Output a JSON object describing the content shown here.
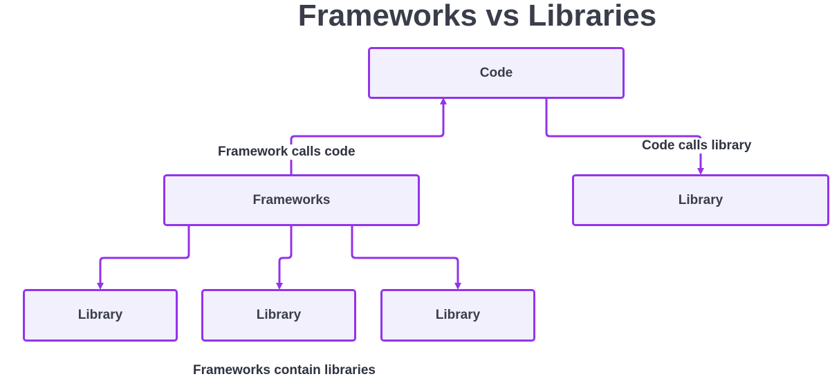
{
  "title": "Frameworks vs Libraries",
  "nodes": {
    "code": "Code",
    "frameworks": "Frameworks",
    "library_right": "Library",
    "library_1": "Library",
    "library_2": "Library",
    "library_3": "Library"
  },
  "labels": {
    "framework_calls_code": "Framework calls code",
    "code_calls_library": "Code calls library",
    "frameworks_contain_libraries": "Frameworks contain libraries"
  },
  "colors": {
    "accent": "#9333ea",
    "box_fill": "#f1f0fc",
    "text": "#3a3d4a"
  }
}
